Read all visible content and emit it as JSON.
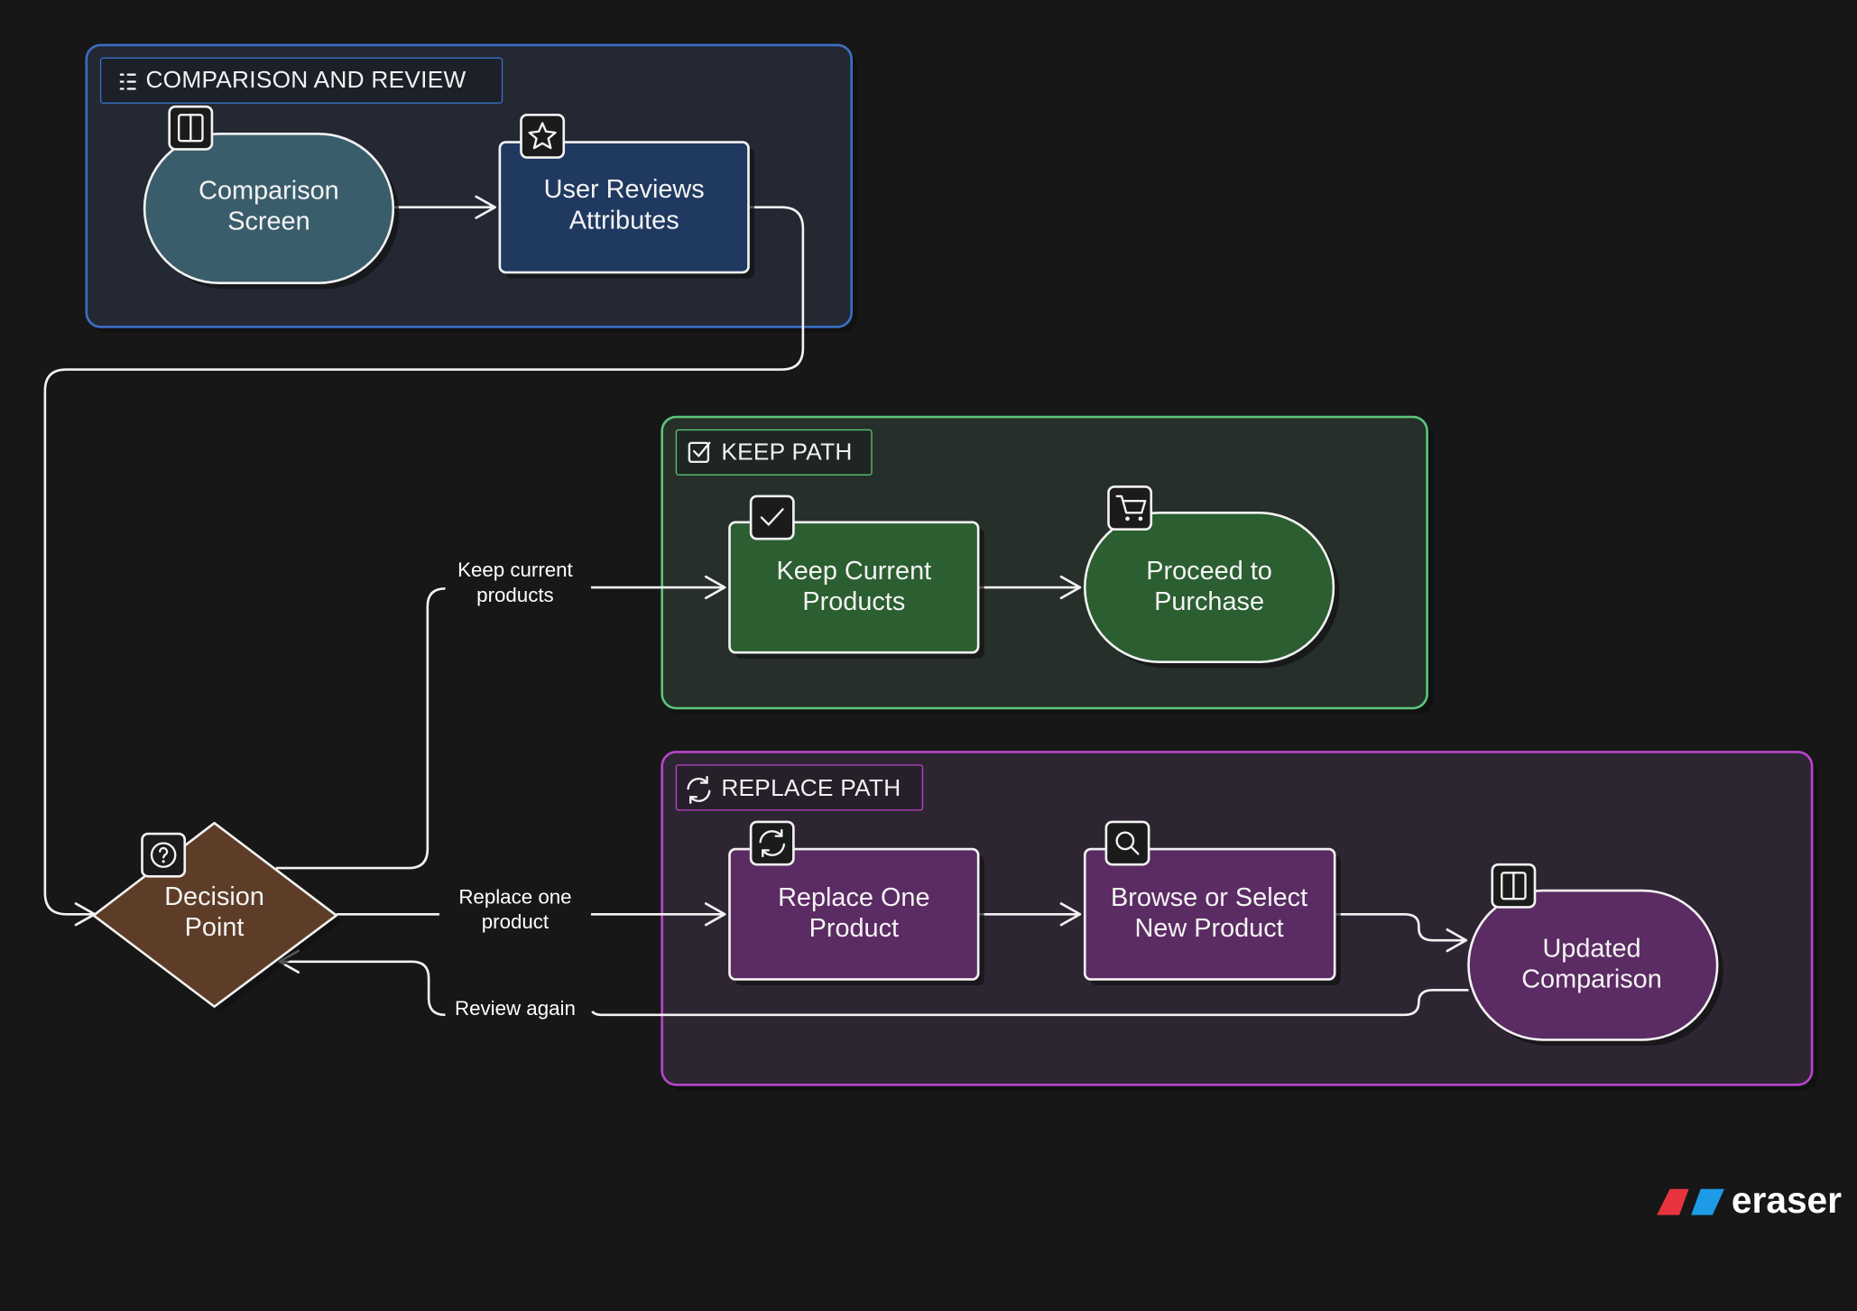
{
  "groups": {
    "comparison": {
      "label": "COMPARISON AND REVIEW",
      "icon": "list-icon",
      "border": "#3b6fc6",
      "fill": "#232833"
    },
    "keep": {
      "label": "KEEP PATH",
      "icon": "check-square-icon",
      "border": "#5bc47a",
      "fill": "#262f29"
    },
    "replace": {
      "label": "REPLACE PATH",
      "icon": "refresh-icon",
      "border": "#b845c9",
      "fill": "#2e2533"
    }
  },
  "nodes": {
    "comparison_screen": {
      "line1": "Comparison",
      "line2": "Screen",
      "icon": "columns-icon",
      "fill": "#3a5d6b"
    },
    "user_reviews": {
      "line1": "User Reviews",
      "line2": "Attributes",
      "icon": "star-icon",
      "fill": "#203960"
    },
    "decision": {
      "line1": "Decision",
      "line2": "Point",
      "icon": "question-icon",
      "fill": "#5d3d27"
    },
    "keep_current": {
      "line1": "Keep Current",
      "line2": "Products",
      "icon": "check-icon",
      "fill": "#2b5e31"
    },
    "proceed": {
      "line1": "Proceed to",
      "line2": "Purchase",
      "icon": "cart-icon",
      "fill": "#2b5e31"
    },
    "replace_one": {
      "line1": "Replace One",
      "line2": "Product",
      "icon": "refresh-icon",
      "fill": "#5b2b63"
    },
    "browse": {
      "line1": "Browse or Select",
      "line2": "New Product",
      "icon": "search-icon",
      "fill": "#5b2b63"
    },
    "updated": {
      "line1": "Updated",
      "line2": "Comparison",
      "icon": "columns-icon",
      "fill": "#5b2b63"
    }
  },
  "edges": {
    "keep_current": {
      "line1": "Keep current",
      "line2": "products"
    },
    "replace_one": {
      "line1": "Replace one",
      "line2": "product"
    },
    "review_again": {
      "label": "Review again"
    }
  },
  "brand": {
    "name": "eraser",
    "colors": [
      "#e8343f",
      "#1e9be6"
    ]
  }
}
